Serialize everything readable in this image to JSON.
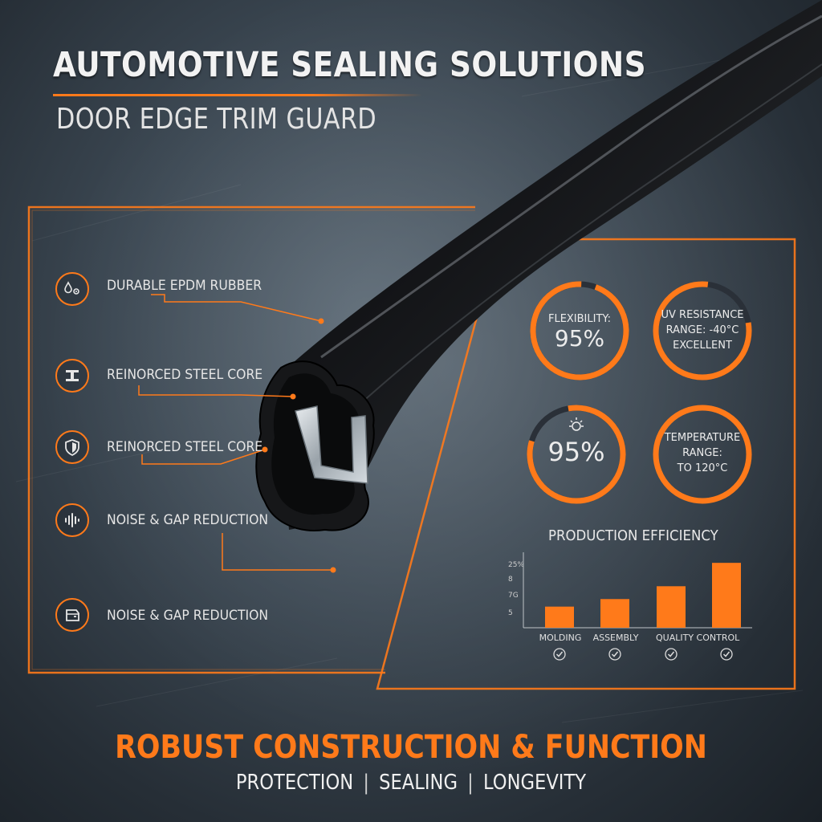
{
  "header": {
    "title": "AUTOMOTIVE SEALING SOLUTIONS",
    "subtitle": "DOOR EDGE TRIM GUARD"
  },
  "features": [
    {
      "label": "DURABLE EPDM RUBBER",
      "icon": "water-drop-gear-icon"
    },
    {
      "label": "REINORCED STEEL CORE",
      "icon": "steel-beam-icon"
    },
    {
      "label": "REINORCED STEEL CORE",
      "icon": "shield-icon"
    },
    {
      "label": "NOISE & GAP REDUCTION",
      "icon": "sound-wave-icon"
    },
    {
      "label": "NOISE & GAP REDUCTION",
      "icon": "car-door-icon"
    }
  ],
  "stats": {
    "flexibility": {
      "line1": "FLEXIBILITY:",
      "value": "95%"
    },
    "uv": {
      "line1": "UV RESISTANCE",
      "line2": "RANGE: -40°C",
      "line3": "EXCELLENT"
    },
    "sun": {
      "value": "95%",
      "icon": "sun-icon"
    },
    "temperature": {
      "line1": "TEMPERATURE",
      "line2": "RANGE:",
      "line3": "TO 120°C"
    }
  },
  "colors": {
    "accent": "#ff7a1a",
    "background": "#3c4853"
  },
  "chart_data": {
    "type": "bar",
    "title": "PRODUCTION EFFICIENCY",
    "y_tick_labels": [
      "25%",
      "8",
      "7G",
      "5"
    ],
    "categories": [
      "MOLDING",
      "ASSEMBLY",
      "QUALITY CONTROL",
      ""
    ],
    "values": [
      28,
      38,
      55,
      86
    ],
    "ylim": [
      0,
      100
    ],
    "check_icons": 4,
    "color": "#ff7a1a"
  },
  "footer": {
    "title": "ROBUST CONSTRUCTION & FUNCTION",
    "items": [
      "PROTECTION",
      "SEALING",
      "LONGEVITY"
    ]
  }
}
